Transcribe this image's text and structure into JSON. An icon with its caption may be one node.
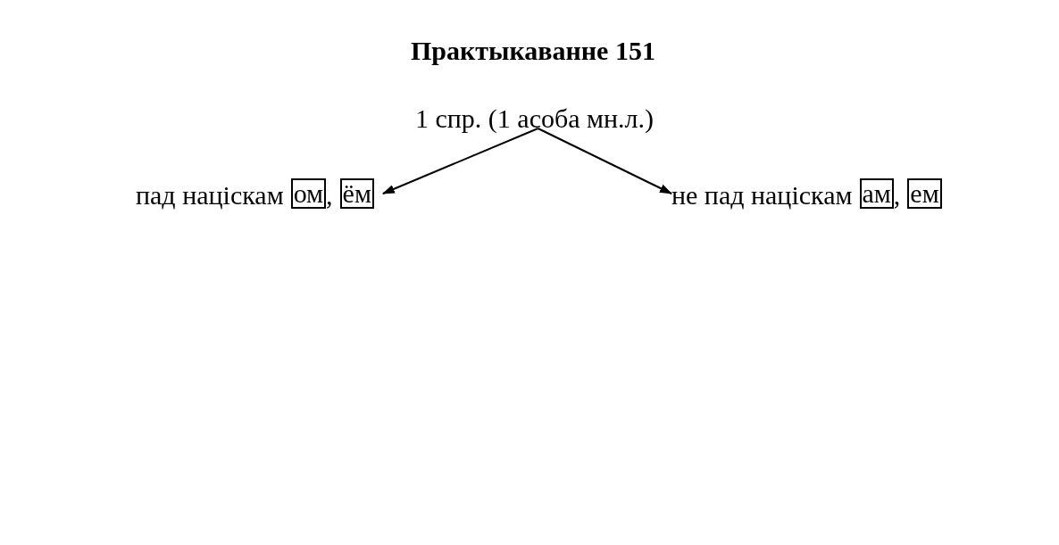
{
  "diagram": {
    "title": "Практыкаванне 151",
    "nodes": [
      {
        "text": [
          "1 спр. (1 асоба мн.л.)"
        ]
      },
      {
        "text": [
          "пад націскам"
        ]
      },
      {
        "text": [
          "ом"
        ],
        "in": 1,
        "beside": [
          ","
        ]
      },
      {
        "text": [
          "ём"
        ],
        "in": 1
      },
      {
        "text": [
          "не пад націскам"
        ]
      },
      {
        "text": [
          "ам"
        ],
        "in": 4,
        "beside": [
          ","
        ]
      },
      {
        "text": [
          "ем"
        ],
        "in": 4
      }
    ],
    "edges": [
      {
        "from": 0,
        "to": 1,
        "arrow": "to"
      },
      {
        "from": 0,
        "to": 4,
        "arrow": "to"
      }
    ]
  }
}
